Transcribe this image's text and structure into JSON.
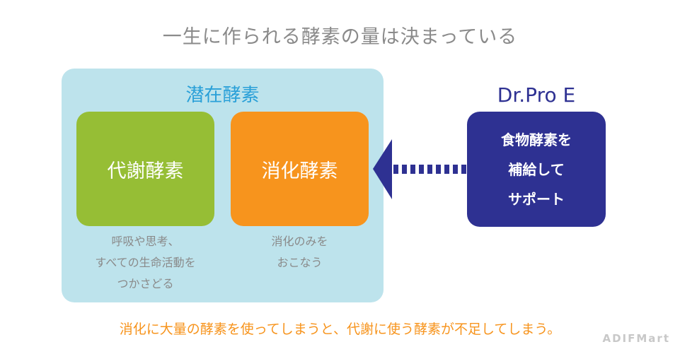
{
  "title": "一生に作られる酵素の量は決まっている",
  "latent": {
    "title": "潜在酵素",
    "metabolic": {
      "label": "代謝酵素",
      "caption": [
        "呼吸や思考、",
        "すべての生命活動を",
        "つかさどる"
      ]
    },
    "digestive": {
      "label": "消化酵素",
      "caption": [
        "消化のみを",
        "おこなう"
      ]
    }
  },
  "product": {
    "title": "Dr.Pro E",
    "lines": [
      "食物酵素を",
      "補給して",
      "サポート"
    ]
  },
  "bottom_text": "消化に大量の酵素を使ってしまうと、代謝に使う酵素が不足してしまう。",
  "watermark": "ADIFMart",
  "colors": {
    "latent_bg": "#bde3ec",
    "green": "#96be35",
    "orange": "#f7941d",
    "navy": "#2e3192",
    "cyan": "#2aa0d8"
  }
}
